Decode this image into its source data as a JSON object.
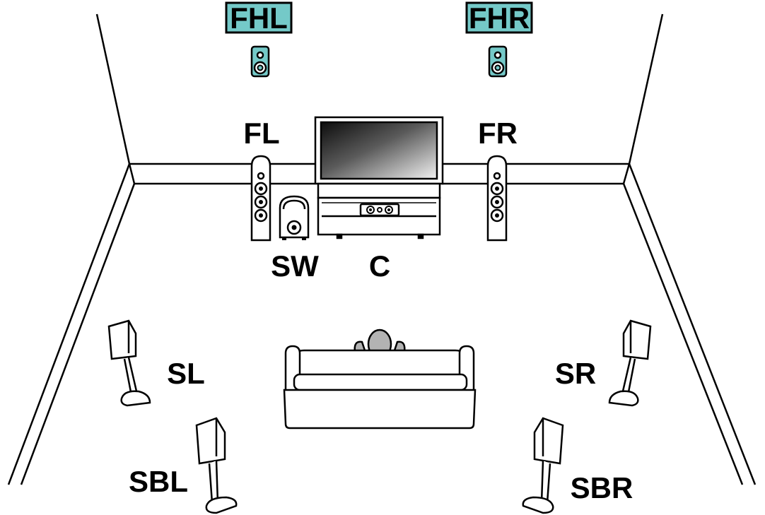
{
  "labels": {
    "fhl": "FHL",
    "fhr": "FHR",
    "fl": "FL",
    "fr": "FR",
    "sw": "SW",
    "c": "C",
    "sl": "SL",
    "sr": "SR",
    "sbl": "SBL",
    "sbr": "SBR"
  },
  "colors": {
    "height_speaker_accent": "#74c9c8",
    "line": "#000000",
    "screen_dark": "#1a1a1a",
    "person_fill": "#b3b3b3"
  }
}
